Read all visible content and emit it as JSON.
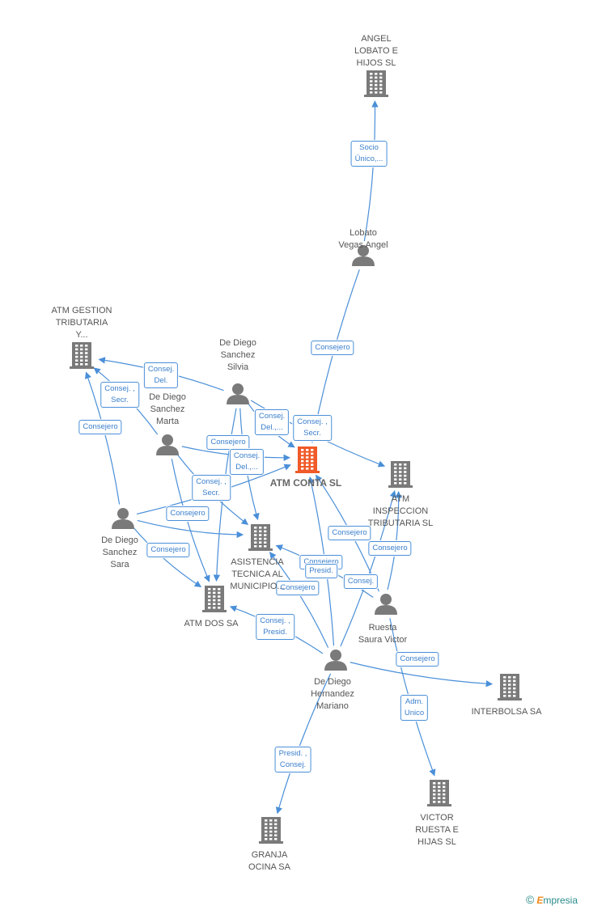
{
  "nodes": [
    {
      "id": "angel",
      "type": "company",
      "label": "ANGEL\nLOBATO E\nHIJOS  SL"
    },
    {
      "id": "lobato",
      "type": "person",
      "label": "Lobato\nVegas Angel"
    },
    {
      "id": "atmgest",
      "type": "company",
      "label": "ATM GESTION\nTRIBUTARIA\nY..."
    },
    {
      "id": "silvia",
      "type": "person",
      "label": "De Diego\nSanchez\nSilvia"
    },
    {
      "id": "marta",
      "type": "person",
      "label": "De Diego\nSanchez\nMarta"
    },
    {
      "id": "conta",
      "type": "company",
      "label": "ATM CONTA SL",
      "center": true
    },
    {
      "id": "insp",
      "type": "company",
      "label": "ATM\nINSPECCION\nTRIBUTARIA SL"
    },
    {
      "id": "sara",
      "type": "person",
      "label": "De Diego\nSanchez\nSara"
    },
    {
      "id": "asist",
      "type": "company",
      "label": "ASISTENCIA\nTECNICA AL\nMUNICIPIO..."
    },
    {
      "id": "atmdos",
      "type": "company",
      "label": "ATM DOS SA"
    },
    {
      "id": "victor",
      "type": "person",
      "label": "Ruesta\nSaura Victor"
    },
    {
      "id": "mariano",
      "type": "person",
      "label": "De Diego\nHernandez\nMariano"
    },
    {
      "id": "interbolsa",
      "type": "company",
      "label": "INTERBOLSA SA"
    },
    {
      "id": "vruesta",
      "type": "company",
      "label": "VICTOR\nRUESTA E\nHIJAS SL"
    },
    {
      "id": "granja",
      "type": "company",
      "label": "GRANJA\nOCINA SA"
    }
  ],
  "edges": [
    {
      "from": "lobato",
      "to": "angel",
      "label": "Socio\nÚnico,..."
    },
    {
      "from": "lobato",
      "to": "conta",
      "label": "Consejero"
    },
    {
      "from": "silvia",
      "to": "atmgest",
      "label": "Consej.\nDel."
    },
    {
      "from": "silvia",
      "to": "conta",
      "label": "Consej.\nDel.,..."
    },
    {
      "from": "silvia",
      "to": "insp",
      "label": "Consej. ,\nSecr."
    },
    {
      "from": "silvia",
      "to": "asist",
      "label": ""
    },
    {
      "from": "silvia",
      "to": "atmdos",
      "label": ""
    },
    {
      "from": "marta",
      "to": "atmgest",
      "label": "Consej. ,\nSecr."
    },
    {
      "from": "marta",
      "to": "conta",
      "label": "Consejero"
    },
    {
      "from": "marta",
      "to": "asist",
      "label": "Consej.\nDel.,..."
    },
    {
      "from": "marta",
      "to": "atmdos",
      "label": ""
    },
    {
      "from": "sara",
      "to": "atmgest",
      "label": "Consejero"
    },
    {
      "from": "sara",
      "to": "conta",
      "label": "Consej. ,\nSecr."
    },
    {
      "from": "sara",
      "to": "asist",
      "label": "Consejero"
    },
    {
      "from": "sara",
      "to": "atmdos",
      "label": "Consejero"
    },
    {
      "from": "mariano",
      "to": "conta",
      "label": "Consejero"
    },
    {
      "from": "mariano",
      "to": "insp",
      "label": "Presid."
    },
    {
      "from": "mariano",
      "to": "asist",
      "label": "Consejero"
    },
    {
      "from": "mariano",
      "to": "atmdos",
      "label": "Consej. ,\nPresid."
    },
    {
      "from": "mariano",
      "to": "interbolsa",
      "label": "Consejero"
    },
    {
      "from": "mariano",
      "to": "granja",
      "label": "Presid. ,\nConsej."
    },
    {
      "from": "victor",
      "to": "conta",
      "label": "Consejero"
    },
    {
      "from": "victor",
      "to": "insp",
      "label": "Consejero"
    },
    {
      "from": "victor",
      "to": "asist",
      "label": "Consej."
    },
    {
      "from": "victor",
      "to": "vruesta",
      "label": "Adm.\nUnico"
    }
  ],
  "colors": {
    "edge": "#4a8fd8",
    "node": "#7a7a7a",
    "center_node": "#f05a28",
    "label_border": "#4a8fd8",
    "label_text": "#3b7fcc"
  },
  "brand": {
    "copyright": "©",
    "name_first": "E",
    "name_rest": "mpresia"
  }
}
